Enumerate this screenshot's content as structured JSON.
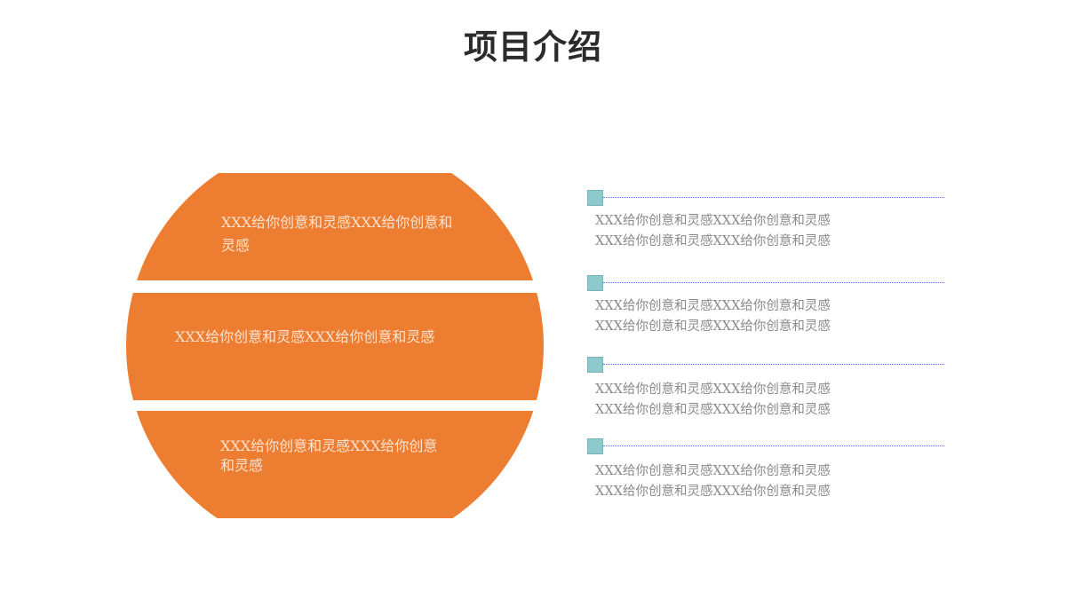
{
  "slide": {
    "title": "项目介绍",
    "colors": {
      "accent_orange": "#ED7D31",
      "marker_teal": "#8ECACD",
      "rule_blue": "#4F7AC4",
      "body_text_gray": "#8A8A8A",
      "title_text": "#2B2B2B"
    }
  },
  "disc": {
    "bands": [
      {
        "text": "XXX给你创意和灵感XXX给你创意和灵感"
      },
      {
        "text": "XXX给你创意和灵感XXX给你创意和灵感"
      },
      {
        "text": "XXX给你创意和灵感XXX给你创意和灵感"
      }
    ]
  },
  "list": {
    "items": [
      {
        "icon": "square-marker-icon",
        "line1": "XXX给你创意和灵感XXX给你创意和灵感",
        "line2": "XXX给你创意和灵感XXX给你创意和灵感"
      },
      {
        "icon": "square-marker-icon",
        "line1": "XXX给你创意和灵感XXX给你创意和灵感",
        "line2": "XXX给你创意和灵感XXX给你创意和灵感"
      },
      {
        "icon": "square-marker-icon",
        "line1": "XXX给你创意和灵感XXX给你创意和灵感",
        "line2": "XXX给你创意和灵感XXX给你创意和灵感"
      },
      {
        "icon": "square-marker-icon",
        "line1": "XXX给你创意和灵感XXX给你创意和灵感",
        "line2": "XXX给你创意和灵感XXX给你创意和灵感"
      }
    ]
  }
}
